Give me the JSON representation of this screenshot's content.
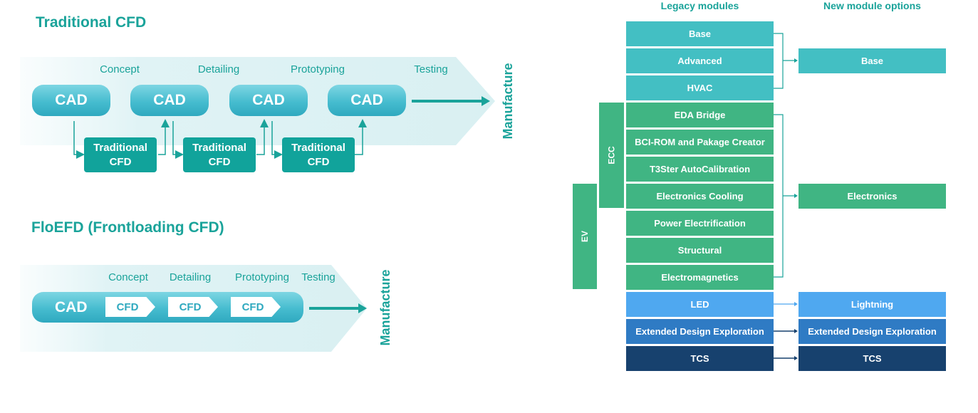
{
  "traditional": {
    "title": "Traditional CFD",
    "stages": [
      "Concept",
      "Detailing",
      "Prototyping",
      "Testing"
    ],
    "cad_label": "CAD",
    "cfd_box": {
      "line1": "Traditional",
      "line2": "CFD"
    },
    "end_label": "Manufacture"
  },
  "floefd": {
    "title": "FloEFD (Frontloading CFD)",
    "stages": [
      "Concept",
      "Detailing",
      "Prototyping",
      "Testing"
    ],
    "cad_label": "CAD",
    "cfd_label": "CFD",
    "end_label": "Manufacture"
  },
  "modules": {
    "legacy_header": "Legacy modules",
    "new_header": "New module options",
    "legacy": [
      {
        "label": "Base",
        "color": "#43bfc3"
      },
      {
        "label": "Advanced",
        "color": "#43bfc3"
      },
      {
        "label": "HVAC",
        "color": "#43bfc3"
      },
      {
        "label": "EDA Bridge",
        "color": "#40b583"
      },
      {
        "label": "BCI-ROM and Pakage Creator",
        "color": "#40b583"
      },
      {
        "label": "T3Ster AutoCalibration",
        "color": "#40b583"
      },
      {
        "label": "Electronics Cooling",
        "color": "#40b583"
      },
      {
        "label": "Power Electrification",
        "color": "#40b583"
      },
      {
        "label": "Structural",
        "color": "#40b583"
      },
      {
        "label": "Electromagnetics",
        "color": "#40b583"
      },
      {
        "label": "LED",
        "color": "#4fa8f0"
      },
      {
        "label": "Extended Design Exploration",
        "color": "#2f7bc4"
      },
      {
        "label": "TCS",
        "color": "#17416e"
      }
    ],
    "new": [
      {
        "label": "Base",
        "color": "#43bfc3"
      },
      {
        "label": "Electronics",
        "color": "#40b583"
      },
      {
        "label": "Lightning",
        "color": "#4fa8f0"
      },
      {
        "label": "Extended Design Exploration",
        "color": "#2f7bc4"
      },
      {
        "label": "TCS",
        "color": "#17416e"
      }
    ],
    "group_ecc": "ECC",
    "group_ev": "EV"
  }
}
